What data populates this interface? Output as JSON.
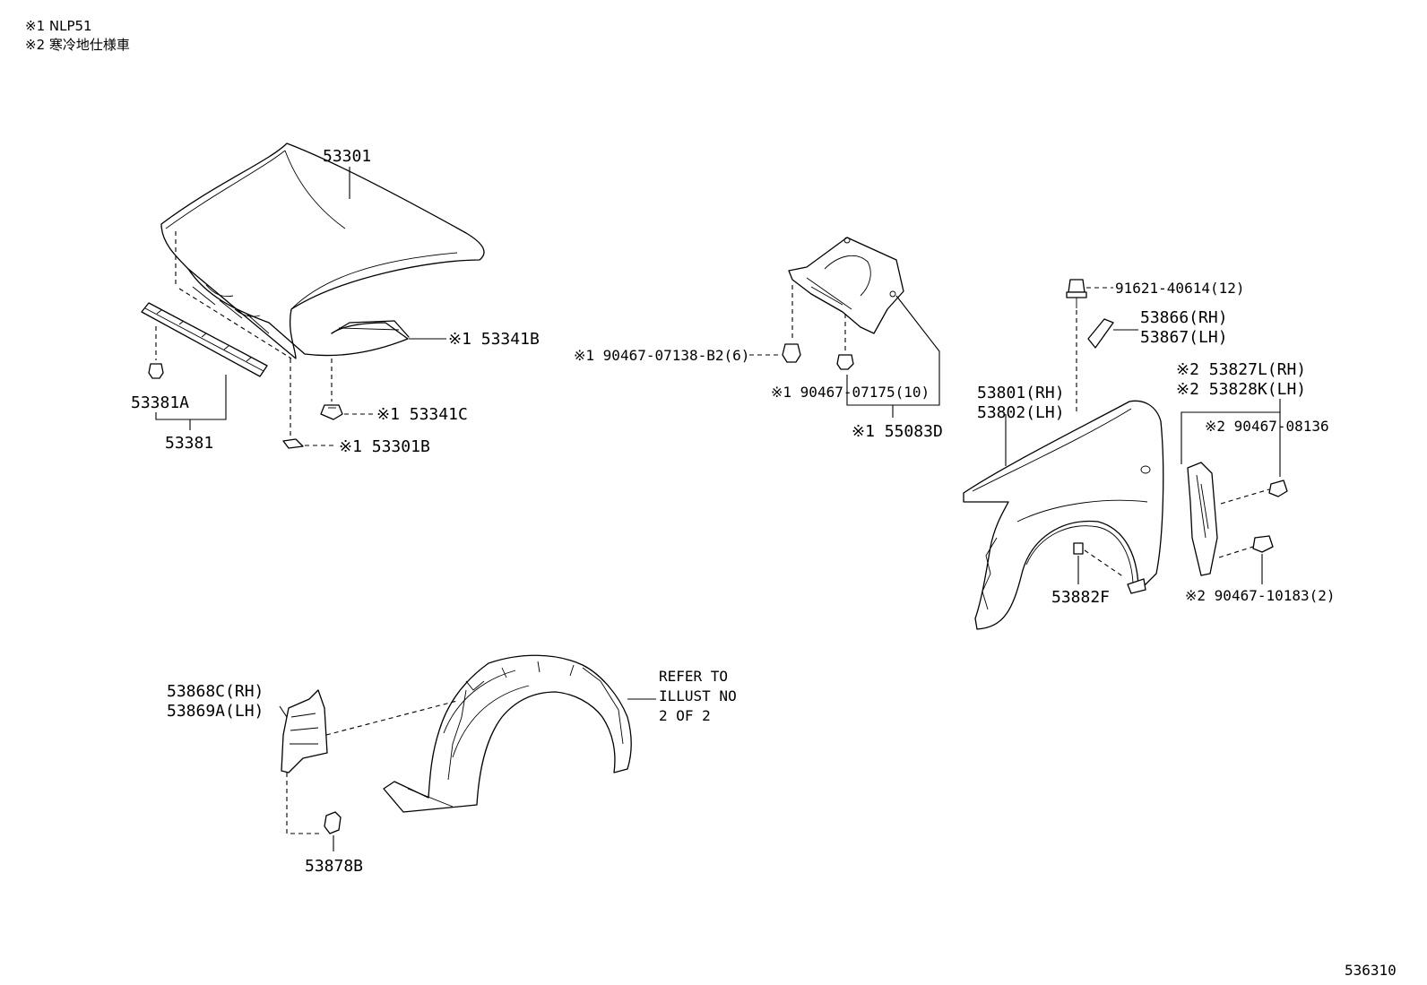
{
  "notes": {
    "note1": "※1 NLP51",
    "note2": "※2 寒冷地仕様車"
  },
  "labels": {
    "hood": "53301",
    "hood_seal": "※1 53341B",
    "hood_clip": "※1 53341C",
    "hood_cushion": "※1 53301B",
    "seal_clip": "53381A",
    "seal": "53381",
    "clip_b2": "※1 90467-07138-B2(6)",
    "clip_07175": "※1 90467-07175(10)",
    "cover_55083d": "※1 55083D",
    "bolt": "91621-40614(12)",
    "bracket_rh": "53866(RH)",
    "bracket_lh": "53867(LH)",
    "fender_rh": "53801(RH)",
    "fender_lh": "53802(LH)",
    "liner_rh": "※2 53827L(RH)",
    "liner_lh": "※2 53828K(LH)",
    "clip_08136": "※2 90467-08136",
    "clip_10183": "※2 90467-10183(2)",
    "pad": "53882F",
    "shield_rh": "53868C(RH)",
    "shield_lh": "53869A(LH)",
    "clip_53878b": "53878B",
    "refer1": "REFER TO",
    "refer2": "ILLUST NO",
    "refer3": "2 OF 2",
    "figure_no": "536310"
  }
}
